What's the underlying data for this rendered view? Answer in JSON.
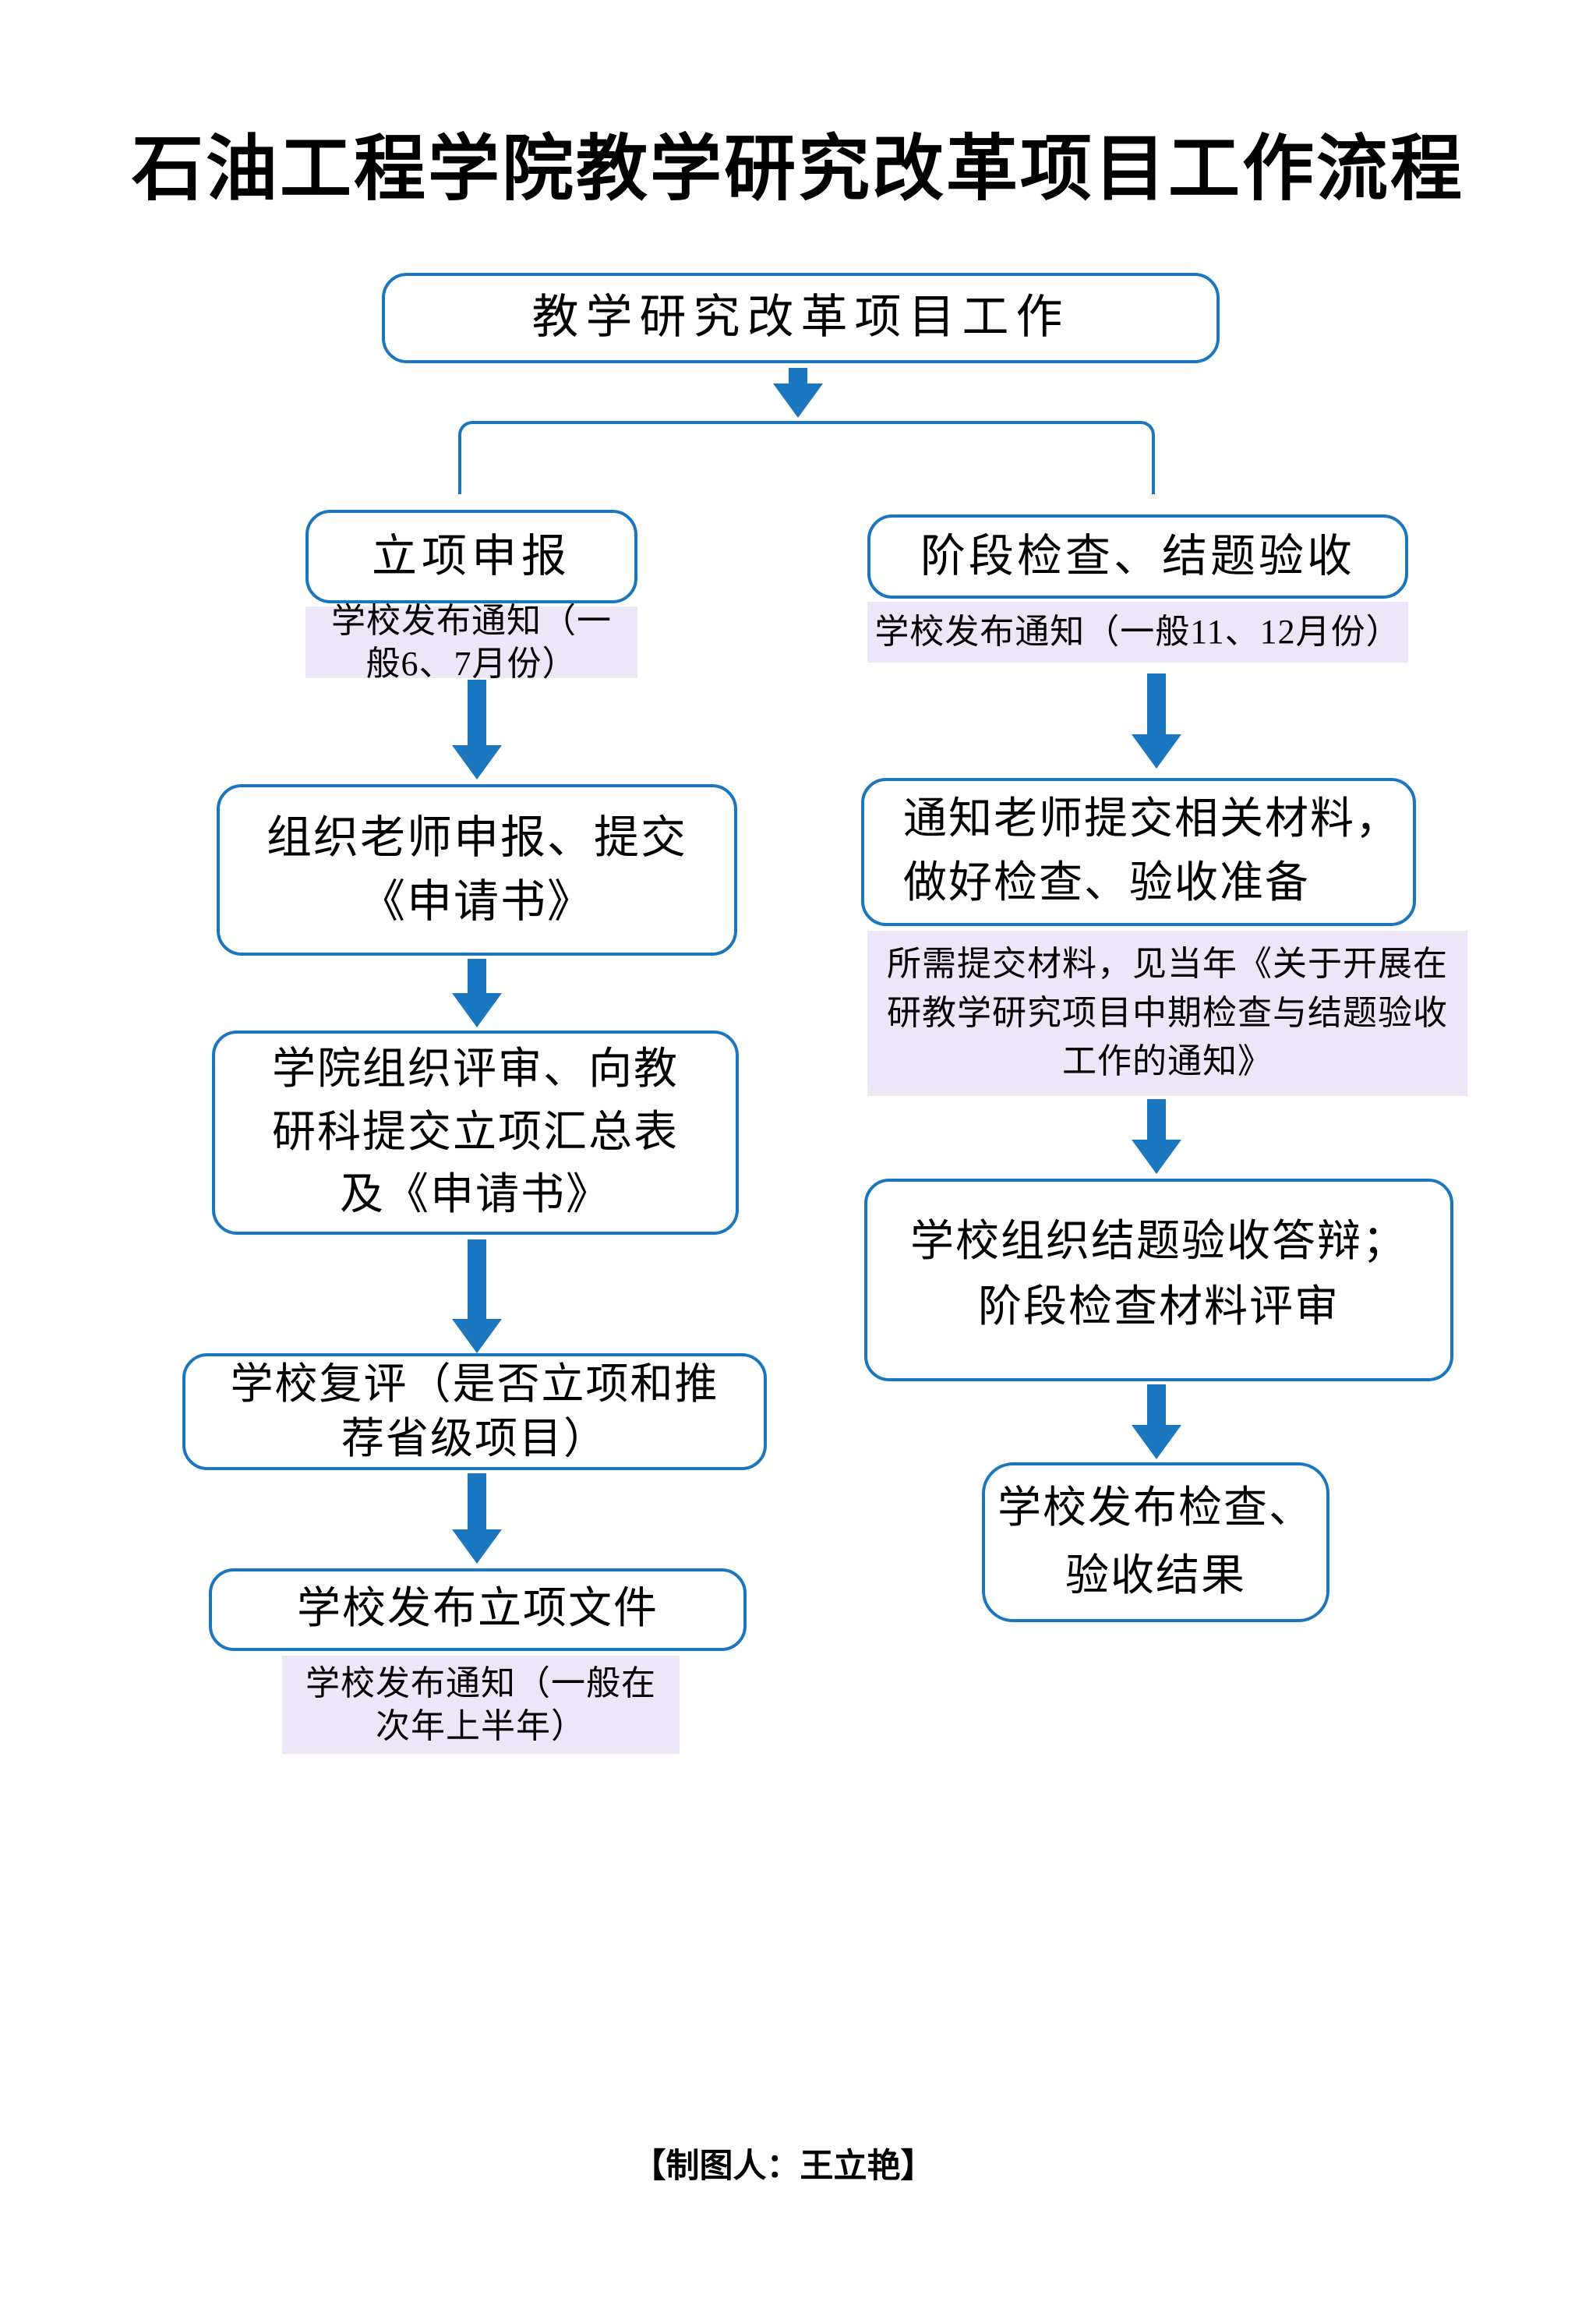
{
  "title": "石油工程学院教学研究改革项目工作流程",
  "credit": "【制图人：王立艳】",
  "colors": {
    "accent": "#1B76C0",
    "note_bg": "#EDE6F6",
    "ink": "#000000"
  },
  "root": {
    "label": "教学研究改革项目工作"
  },
  "left": {
    "header": "立项申报",
    "header_note": [
      "学校发布通知（一",
      "般6、7月份）"
    ],
    "step2": [
      "组织老师申报、提交",
      "《申请书》"
    ],
    "step3": [
      "学院组织评审、向教",
      "研科提交立项汇总表",
      "及《申请书》"
    ],
    "step4": [
      "学校复评（是否立项和推",
      "荐省级项目）"
    ],
    "step5": "学校发布立项文件",
    "step5_note": [
      "学校发布通知（一般在",
      "次年上半年）"
    ]
  },
  "right": {
    "header": "阶段检查、结题验收",
    "header_note": "学校发布通知（一般11、12月份）",
    "step2": [
      "通知老师提交相关材料，",
      "做好检查、验收准备"
    ],
    "step2_note": [
      "所需提交材料，见当年《关于开展在",
      "研教学研究项目中期检查与结题验收",
      "工作的通知》"
    ],
    "step3": [
      "学校组织结题验收答辩；",
      "阶段检查材料评审"
    ],
    "step4": [
      "学校发布检查、",
      "验收结果"
    ]
  }
}
